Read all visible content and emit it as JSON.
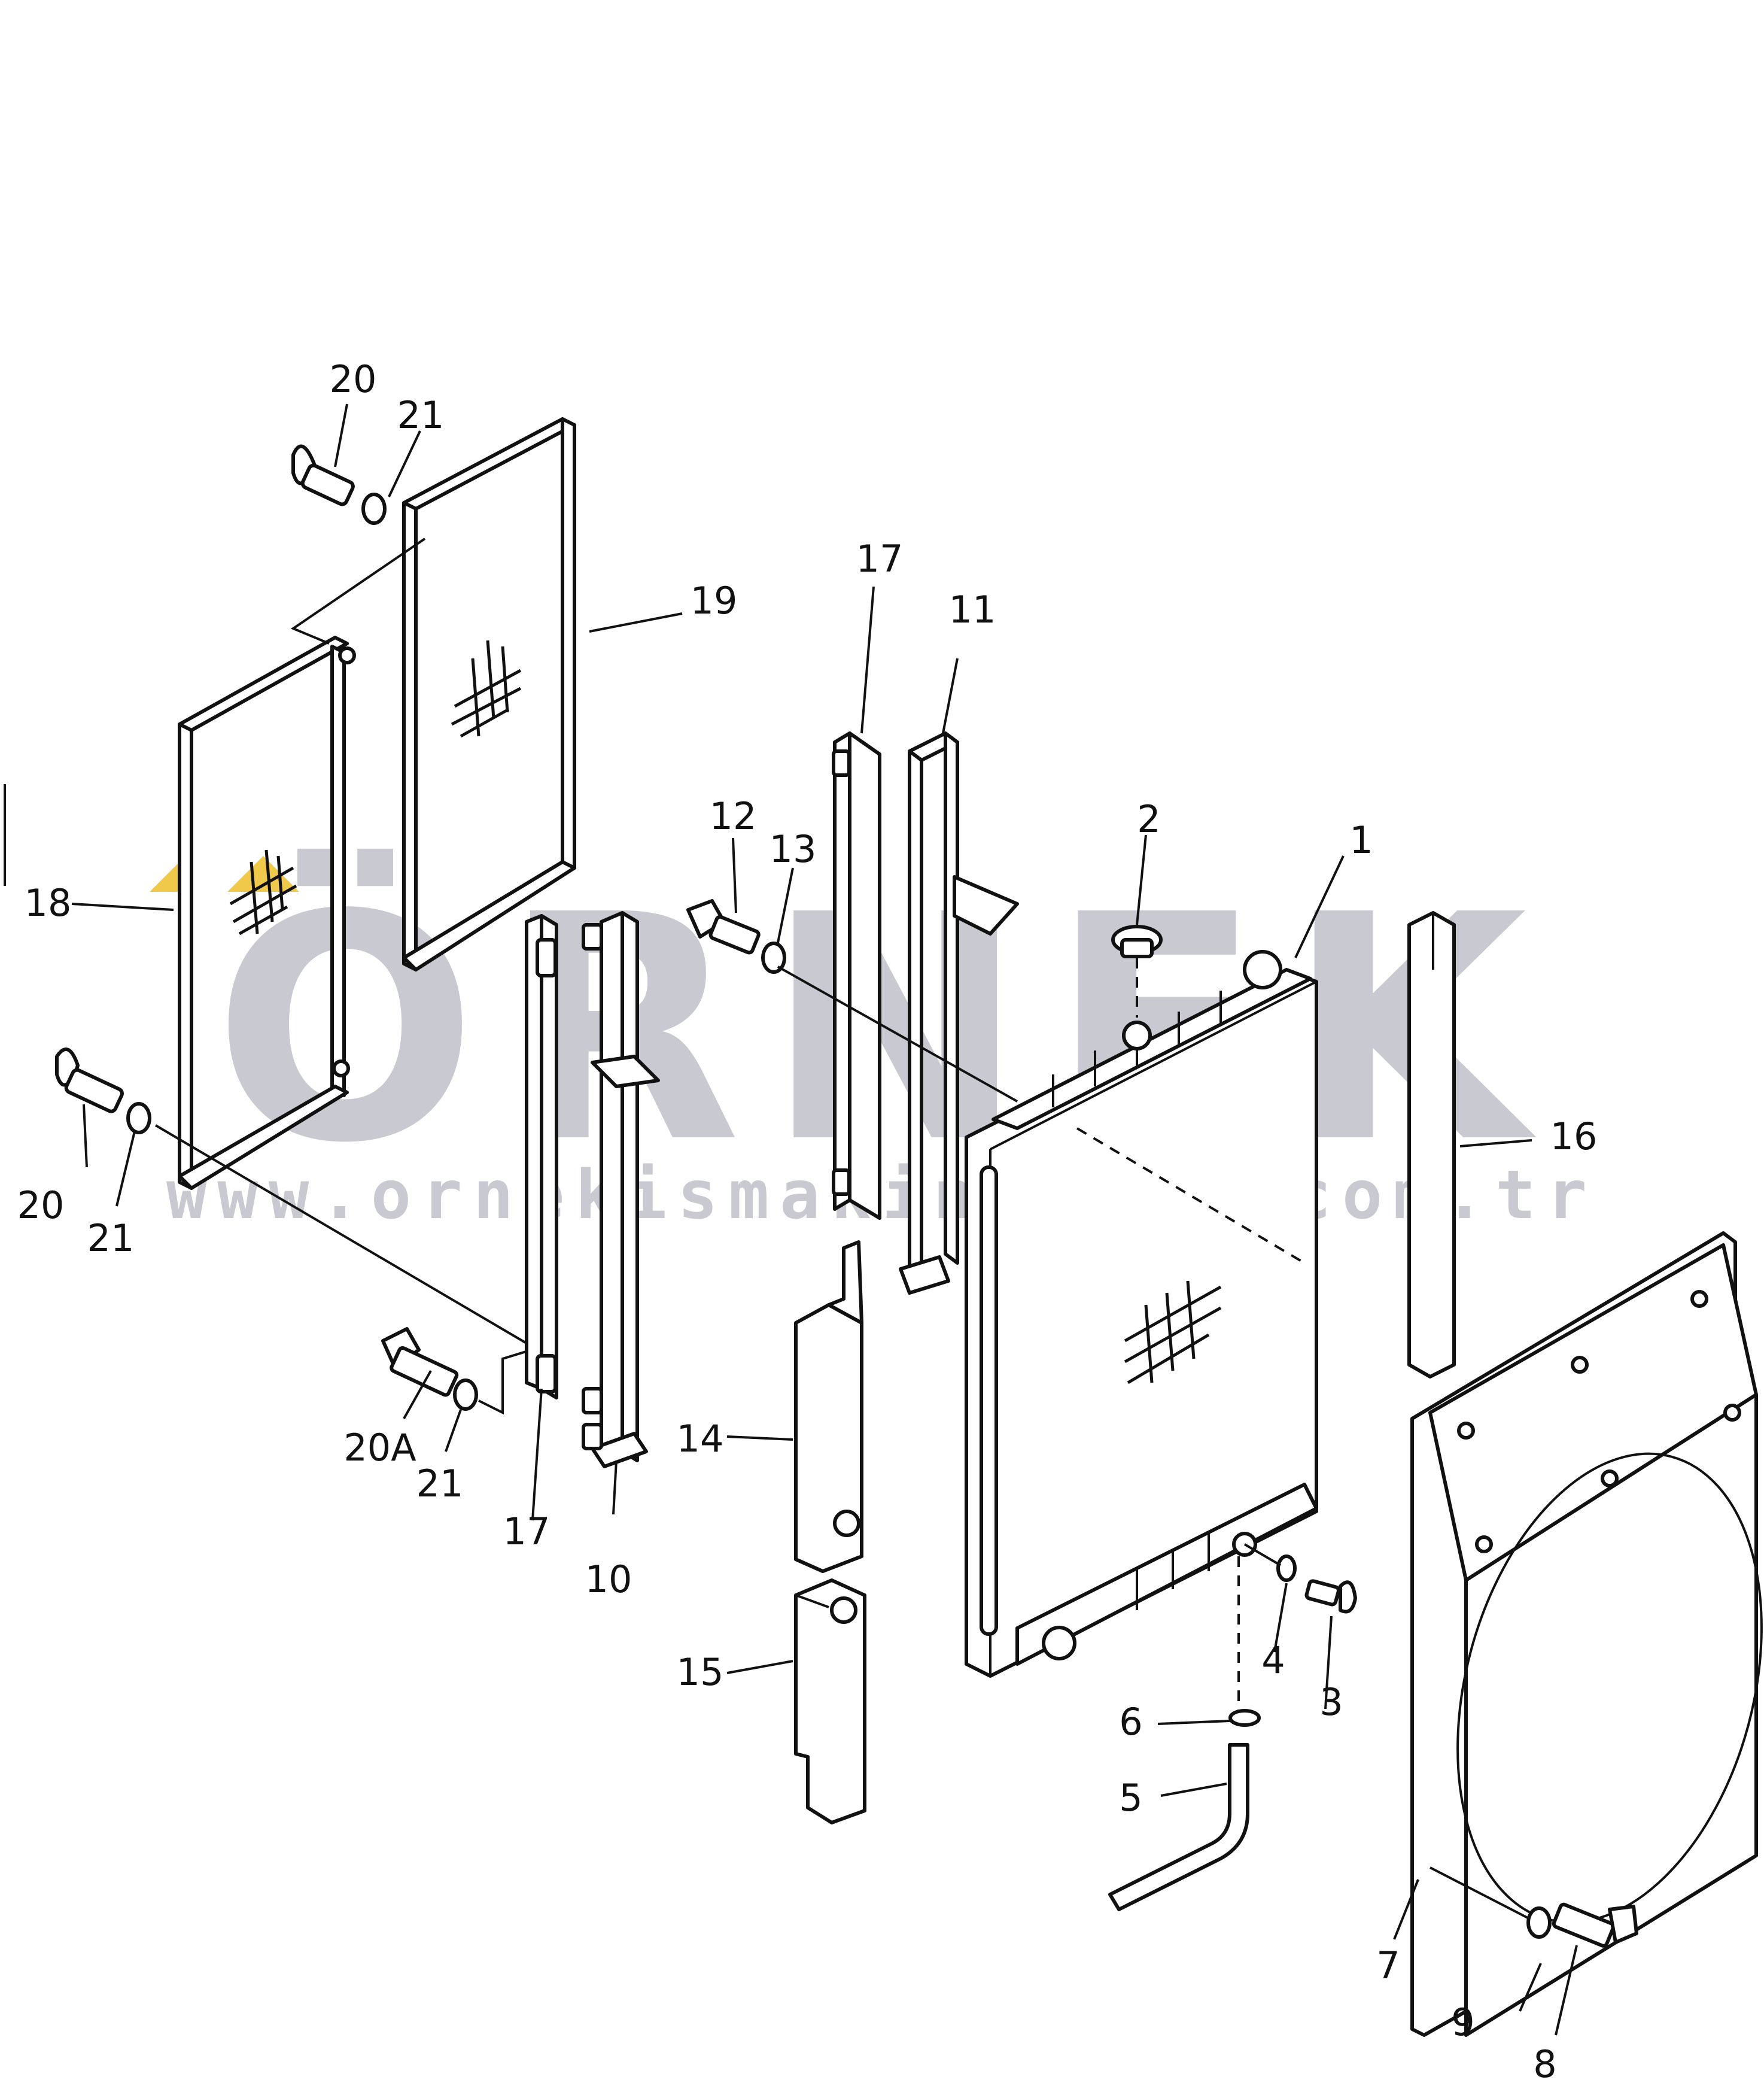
{
  "watermark": {
    "brand": "ÖRNEK",
    "url": "www.ornekismakinalari.com.tr",
    "text_color": "#c9c9d1",
    "accent_color": "#f0c84a"
  },
  "callouts": [
    {
      "id": "c1",
      "text": "1"
    },
    {
      "id": "c2",
      "text": "2"
    },
    {
      "id": "c3",
      "text": "3"
    },
    {
      "id": "c4",
      "text": "4"
    },
    {
      "id": "c5",
      "text": "5"
    },
    {
      "id": "c6",
      "text": "6"
    },
    {
      "id": "c7",
      "text": "7"
    },
    {
      "id": "c8",
      "text": "8"
    },
    {
      "id": "c9",
      "text": "9"
    },
    {
      "id": "c10",
      "text": "10"
    },
    {
      "id": "c11",
      "text": "11"
    },
    {
      "id": "c12",
      "text": "12"
    },
    {
      "id": "c13",
      "text": "13"
    },
    {
      "id": "c14",
      "text": "14"
    },
    {
      "id": "c15",
      "text": "15"
    },
    {
      "id": "c16",
      "text": "16"
    },
    {
      "id": "c17a",
      "text": "17"
    },
    {
      "id": "c17b",
      "text": "17"
    },
    {
      "id": "c18",
      "text": "18"
    },
    {
      "id": "c19",
      "text": "19"
    },
    {
      "id": "c20a",
      "text": "20"
    },
    {
      "id": "c20b",
      "text": "20"
    },
    {
      "id": "c20A",
      "text": "20A"
    },
    {
      "id": "c21a",
      "text": "21"
    },
    {
      "id": "c21b",
      "text": "21"
    },
    {
      "id": "c21c",
      "text": "21"
    }
  ]
}
